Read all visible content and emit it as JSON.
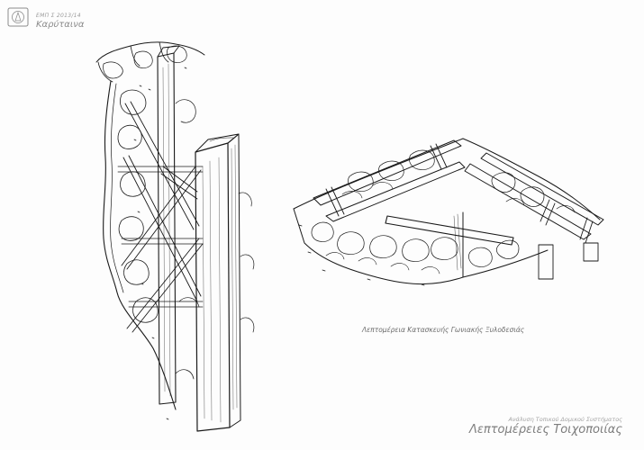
{
  "header": {
    "institution": "ΕΜΠ Σ 2013/14",
    "place": "Καρύταινα",
    "seal_icon": "university-seal-icon"
  },
  "drawings": {
    "left_icon": "timber-reinforced-wall-section-icon",
    "right_icon": "timber-corner-joint-icon",
    "caption": "Λεπτομέρεια Κατασκευής Γωνιακής Ξυλοδεσιάς"
  },
  "footer": {
    "subtitle": "Ανάλυση Τοπικού Δομικού Συστήματος",
    "title": "Λεπτομέρειες Τοιχοποιίας"
  },
  "colors": {
    "ink": "#1a1a1a",
    "text": "#7d7d7d"
  }
}
